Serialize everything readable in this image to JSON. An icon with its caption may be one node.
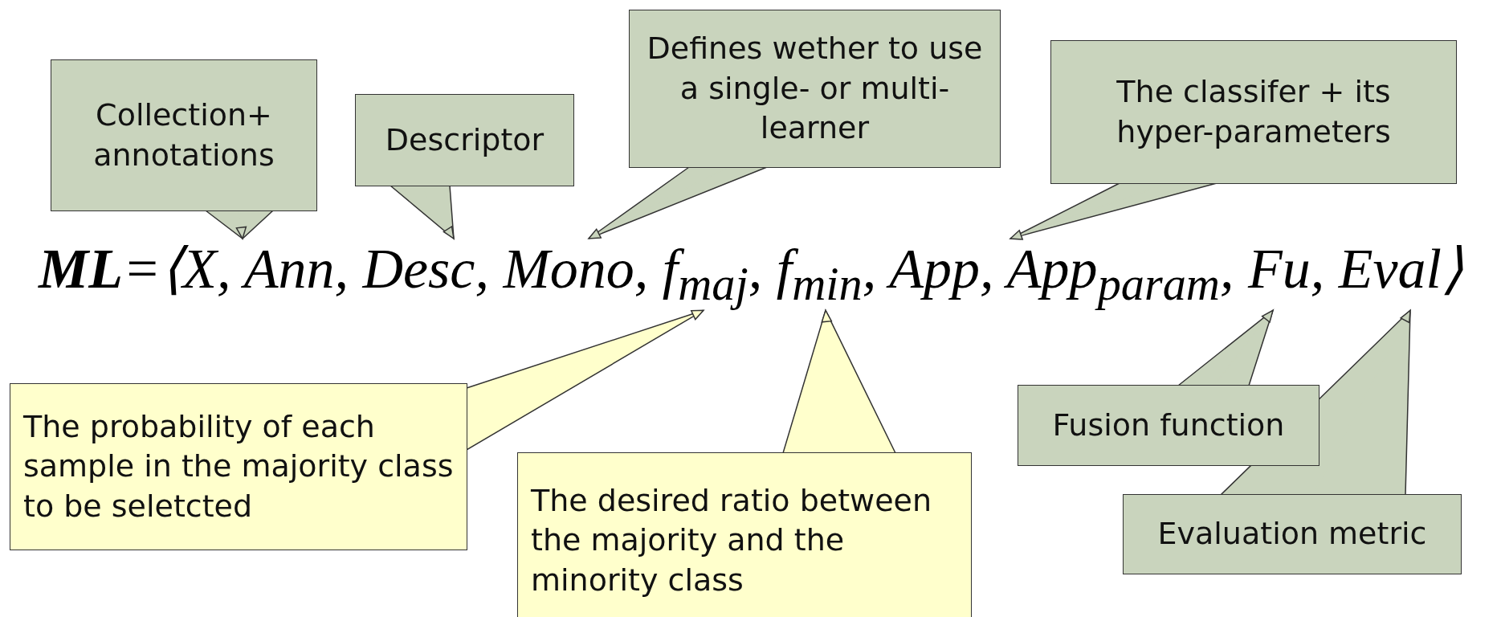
{
  "diagram": {
    "nodes": [
      {
        "text": [
          "Collection+ annotations"
        ]
      },
      {
        "text": [
          "Descriptor"
        ]
      },
      {
        "text": [
          "Defines wether to use a single- or multi- learner"
        ]
      },
      {
        "text": [
          "The classifer + its hyper-parameters"
        ]
      },
      {
        "text": [
          "The probability of each sample in the majority class to be seletcted"
        ]
      },
      {
        "text": [
          "The desired ratio between the majority and the minority class"
        ]
      },
      {
        "text": [
          "Fusion function"
        ]
      },
      {
        "text": [
          "Evaluation metric"
        ]
      },
      {
        "text": [
          "**ML**=⟨X, Ann, Desc, Mono, f$_{maj}$, f$_{min}$, App, App$_{param}$, Fu, Eval⟩"
        ]
      }
    ],
    "edges": [
      {
        "from": 0,
        "to": 8,
        "arrow": "to"
      },
      {
        "from": 1,
        "to": 8,
        "arrow": "to"
      },
      {
        "from": 2,
        "to": 8,
        "arrow": "to"
      },
      {
        "from": 3,
        "to": 8,
        "arrow": "to"
      },
      {
        "from": 4,
        "to": 8,
        "arrow": "to"
      },
      {
        "from": 5,
        "to": 8,
        "arrow": "to"
      },
      {
        "from": 6,
        "to": 8,
        "arrow": "to"
      },
      {
        "from": 7,
        "to": 8,
        "arrow": "to"
      }
    ]
  }
}
